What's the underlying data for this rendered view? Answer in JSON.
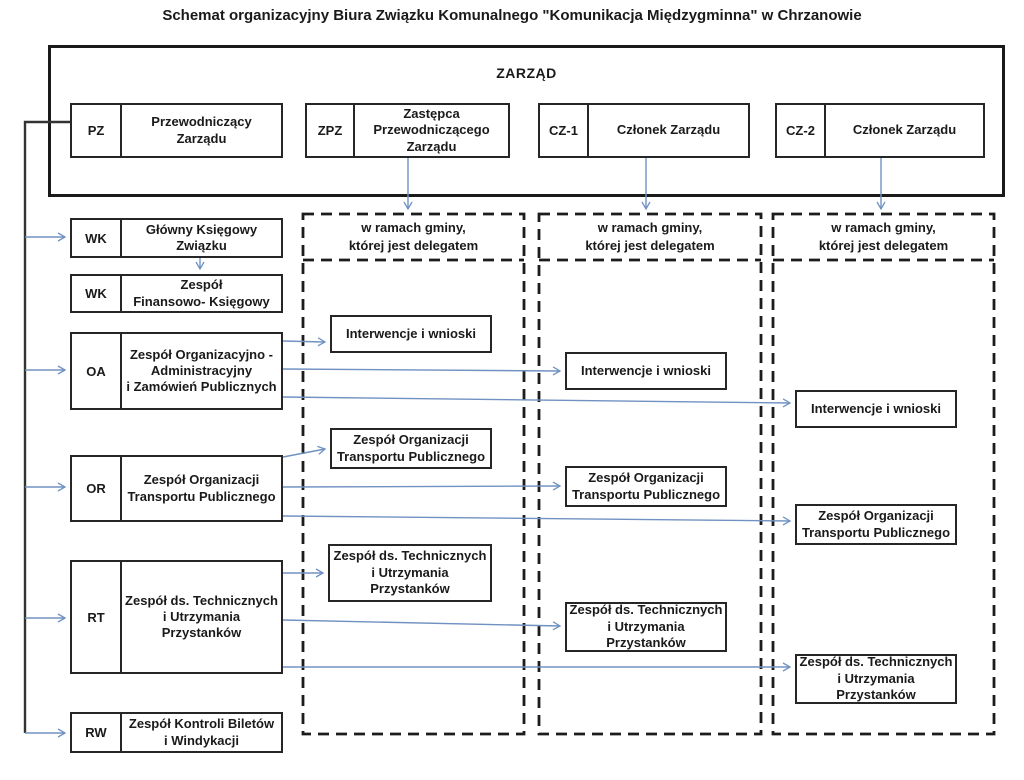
{
  "title": "Schemat organizacyjny Biura Związku Komunalnego \"Komunikacja Międzygminna\" w Chrzanowie",
  "zarzad": {
    "label": "ZARZĄD",
    "members": [
      {
        "code": "PZ",
        "name": "Przewodniczący Zarządu"
      },
      {
        "code": "ZPZ",
        "name": "Zastępca\nPrzewodniczącego\nZarządu"
      },
      {
        "code": "CZ-1",
        "name": "Członek Zarządu"
      },
      {
        "code": "CZ-2",
        "name": "Członek Zarządu"
      }
    ]
  },
  "units": [
    {
      "code": "WK",
      "name": "Główny Księgowy\nZwiązku"
    },
    {
      "code": "WK",
      "name": "Zespół\nFinansowo- Księgowy"
    },
    {
      "code": "OA",
      "name": "Zespół Organizacyjno -\nAdministracyjny\ni Zamówień Publicznych"
    },
    {
      "code": "OR",
      "name": "Zespół Organizacji\nTransportu Publicznego"
    },
    {
      "code": "RT",
      "name": "Zespół ds. Technicznych\ni Utrzymania Przystanków"
    },
    {
      "code": "RW",
      "name": "Zespół Kontroli Biletów\ni Windykacji"
    }
  ],
  "columns": [
    {
      "header": "w ramach gminy,\nktórej jest delegatem",
      "boxes": [
        "Interwencje i wnioski",
        "Zespół Organizacji\nTransportu Publicznego",
        "Zespół ds. Technicznych\ni Utrzymania Przystanków"
      ]
    },
    {
      "header": "w ramach gminy,\nktórej jest delegatem",
      "boxes": [
        "Interwencje i wnioski",
        "Zespół Organizacji\nTransportu Publicznego",
        "Zespół ds. Technicznych\ni Utrzymania Przystanków"
      ]
    },
    {
      "header": "w ramach gminy,\nktórej jest delegatem",
      "boxes": [
        "Interwencje i wnioski",
        "Zespół Organizacji\nTransportu Publicznego",
        "Zespół ds. Technicznych\ni Utrzymania Przystanków"
      ]
    }
  ],
  "colors": {
    "connector_blue": "#7092c2",
    "line_black": "#333333"
  }
}
